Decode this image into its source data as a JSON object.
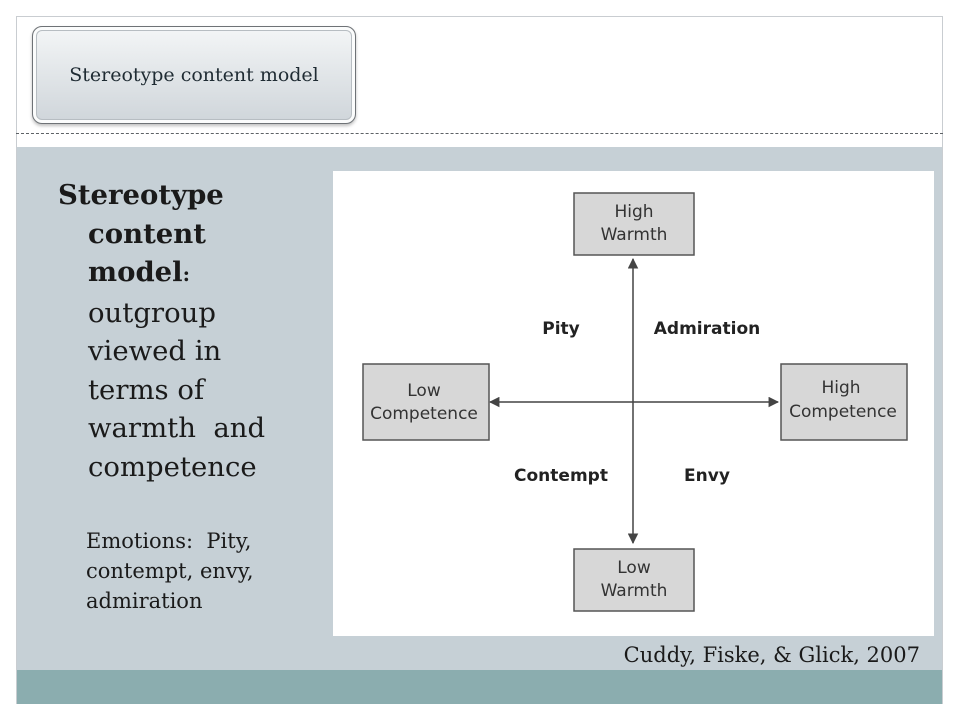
{
  "slide": {
    "title": "Stereotype content model"
  },
  "left_text": {
    "heading_bold_line1": "Stereotype",
    "heading_bold_line2": "content",
    "heading_bold_line3": "model",
    "heading_colon": ":",
    "heading_rest_line1": "outgroup",
    "heading_rest_line2": "viewed in",
    "heading_rest_line3": "terms of",
    "heading_rest_line4": "warmth  and",
    "heading_rest_line5": "competence",
    "emotions_line1": "Emotions:  Pity,",
    "emotions_line2": "contempt, envy,",
    "emotions_line3": "admiration"
  },
  "diagram": {
    "boxes": {
      "high_warmth": [
        "High",
        "Warmth"
      ],
      "low_warmth": [
        "Low",
        "Warmth"
      ],
      "low_competence": [
        "Low",
        "Competence"
      ],
      "high_competence": [
        "High",
        "Competence"
      ]
    },
    "quadrants": {
      "top_left": "Pity",
      "top_right": "Admiration",
      "bottom_left": "Contempt",
      "bottom_right": "Envy"
    },
    "colors": {
      "box_fill": "#d7d7d7",
      "box_stroke": "#555555",
      "arrow": "#444444"
    }
  },
  "citation": "Cuddy, Fiske, & Glick, 2007",
  "colors": {
    "content_background": "#c6d0d6",
    "footer_bar": "#8badaf"
  }
}
